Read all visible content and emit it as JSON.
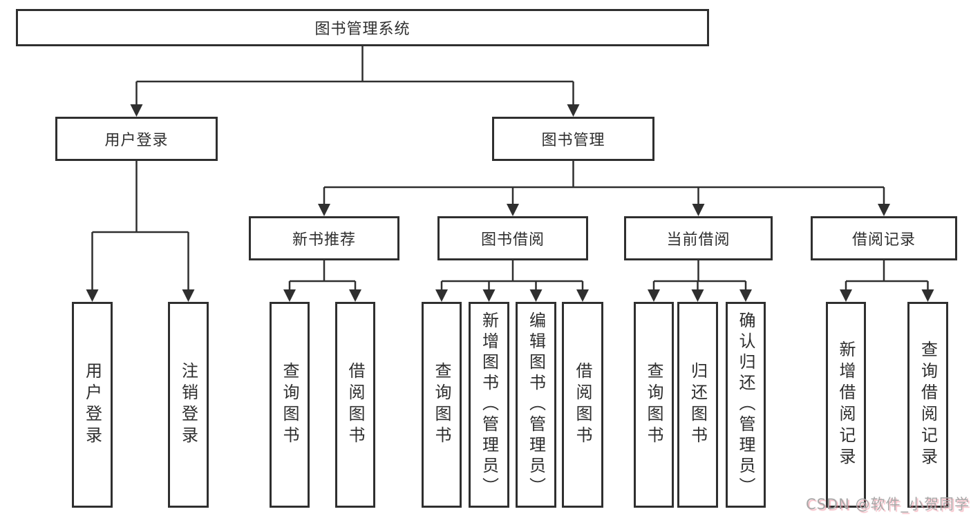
{
  "diagram": {
    "title": "图书管理系统",
    "tree": {
      "label": "图书管理系统",
      "children": [
        {
          "label": "用户登录",
          "children": [
            {
              "label": "用户登录"
            },
            {
              "label": "注销登录"
            }
          ]
        },
        {
          "label": "图书管理",
          "children": [
            {
              "label": "新书推荐",
              "children": [
                {
                  "label": "查询图书"
                },
                {
                  "label": "借阅图书"
                }
              ]
            },
            {
              "label": "图书借阅",
              "children": [
                {
                  "label": "查询图书"
                },
                {
                  "label": "新增图书（管理员）"
                },
                {
                  "label": "编辑图书（管理员）"
                },
                {
                  "label": "借阅图书"
                }
              ]
            },
            {
              "label": "当前借阅",
              "children": [
                {
                  "label": "查询图书"
                },
                {
                  "label": "归还图书"
                },
                {
                  "label": "确认归还（管理员）"
                }
              ]
            },
            {
              "label": "借阅记录",
              "children": [
                {
                  "label": "新增借阅记录"
                },
                {
                  "label": "查询借阅记录"
                }
              ]
            }
          ]
        }
      ]
    }
  },
  "watermark": {
    "text": "CSDN @软件_小贺同学"
  }
}
